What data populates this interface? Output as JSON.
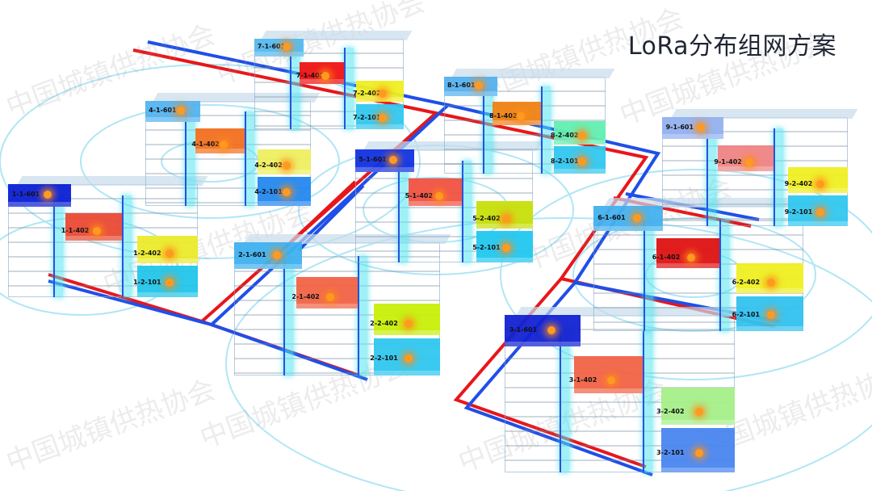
{
  "title": "LoRa分布组网方案",
  "watermark": "中国城镇供热协会",
  "colors": {
    "supply_pipe": "#e8161a",
    "return_pipe": "#1f4fe8",
    "signal_ring": "#7fd8f0"
  },
  "buildings": [
    {
      "id": "1",
      "units": [
        {
          "label": "1-1-601",
          "color": "#0a1fd6"
        },
        {
          "label": "1-1-402",
          "color": "#ea4a34"
        },
        {
          "label": "1-2-402",
          "color": "#ecec2c"
        },
        {
          "label": "1-2-101",
          "color": "#22c6ea"
        }
      ]
    },
    {
      "id": "2",
      "units": [
        {
          "label": "2-1-601",
          "color": "#3fb2f0"
        },
        {
          "label": "2-1-402",
          "color": "#f26446"
        },
        {
          "label": "2-2-402",
          "color": "#c8f00a"
        },
        {
          "label": "2-2-101",
          "color": "#30c8f0"
        }
      ]
    },
    {
      "id": "3",
      "units": [
        {
          "label": "3-1-601",
          "color": "#1222d2"
        },
        {
          "label": "3-1-402",
          "color": "#f26446"
        },
        {
          "label": "3-2-402",
          "color": "#a6f08a"
        },
        {
          "label": "3-2-101",
          "color": "#4a86f0"
        }
      ]
    },
    {
      "id": "4",
      "units": [
        {
          "label": "4-1-601",
          "color": "#55b4f0"
        },
        {
          "label": "4-1-402",
          "color": "#f27020"
        },
        {
          "label": "4-2-402",
          "color": "#eef060"
        },
        {
          "label": "4-2-101",
          "color": "#2488f0"
        }
      ]
    },
    {
      "id": "5",
      "units": [
        {
          "label": "5-1-601",
          "color": "#1232e2"
        },
        {
          "label": "5-1-402",
          "color": "#f25242"
        },
        {
          "label": "5-2-402",
          "color": "#c8e00a"
        },
        {
          "label": "5-2-101",
          "color": "#22c8f0"
        }
      ]
    },
    {
      "id": "6",
      "units": [
        {
          "label": "6-1-601",
          "color": "#44b2f0"
        },
        {
          "label": "6-1-402",
          "color": "#e01212"
        },
        {
          "label": "6-2-402",
          "color": "#f0f022"
        },
        {
          "label": "6-2-101",
          "color": "#32c2f0"
        }
      ]
    },
    {
      "id": "7",
      "units": [
        {
          "label": "7-1-601",
          "color": "#55baf0"
        },
        {
          "label": "7-1-402",
          "color": "#f01414"
        },
        {
          "label": "7-2-402",
          "color": "#f0f022"
        },
        {
          "label": "7-2-101",
          "color": "#32c8f0"
        }
      ]
    },
    {
      "id": "8",
      "units": [
        {
          "label": "8-1-601",
          "color": "#55b2f0"
        },
        {
          "label": "8-1-402",
          "color": "#f08214"
        },
        {
          "label": "8-2-402",
          "color": "#62f0b2"
        },
        {
          "label": "8-2-101",
          "color": "#32c8f0"
        }
      ]
    },
    {
      "id": "9",
      "units": [
        {
          "label": "9-1-601",
          "color": "#94b2f0"
        },
        {
          "label": "9-1-402",
          "color": "#f08484"
        },
        {
          "label": "9-2-402",
          "color": "#f0f022"
        },
        {
          "label": "9-2-101",
          "color": "#32c8f0"
        }
      ]
    }
  ]
}
